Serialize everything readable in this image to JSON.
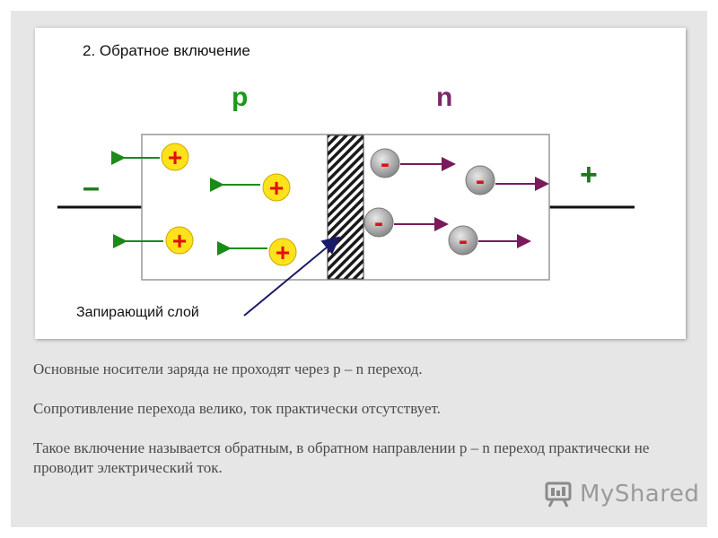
{
  "figure": {
    "title": "2. Обратное включение",
    "p_label": "p",
    "n_label": "n",
    "left_terminal_sign": "–",
    "right_terminal_sign": "+",
    "hole_sign": "+",
    "electron_sign": "-",
    "layer_label": "Запирающий слой",
    "colors": {
      "p_label": "#1a9a1a",
      "n_label": "#7a2a6a",
      "hole_fill": "#ffe21a",
      "hole_sign": "#e01010",
      "hole_arrow": "#1a8a1a",
      "electron_fill": "#a8a8a8",
      "electron_sign": "#e01010",
      "electron_arrow": "#7a1a5a",
      "pointer_arrow": "#1a1a6a"
    }
  },
  "text": {
    "line1": "Основные носители заряда не проходят через p – n переход.",
    "line2": "Сопротивление перехода велико, ток практически отсутствует.",
    "line3": "Такое включение называется обратным, в обратном направлении p – n переход практически не проводит электрический ток."
  },
  "watermark": {
    "text": "MyShared",
    "icon": "presentation-board-icon"
  }
}
